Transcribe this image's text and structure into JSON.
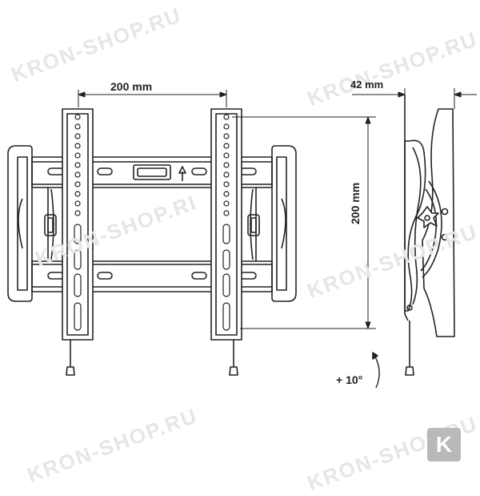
{
  "watermark": "KRON-SHOP.RU",
  "watermark_alt": "KRON-SHOP.RI",
  "dimensions": {
    "horizontal_spacing": "200 mm",
    "vertical_spacing": "200 mm",
    "depth": "42 mm",
    "tilt": "+ 10°"
  },
  "logo_letter": "K",
  "colors": {
    "line": "#222222",
    "fill": "#ffffff",
    "watermark": "#e6e6e6",
    "logo": "#b9b9b9"
  }
}
